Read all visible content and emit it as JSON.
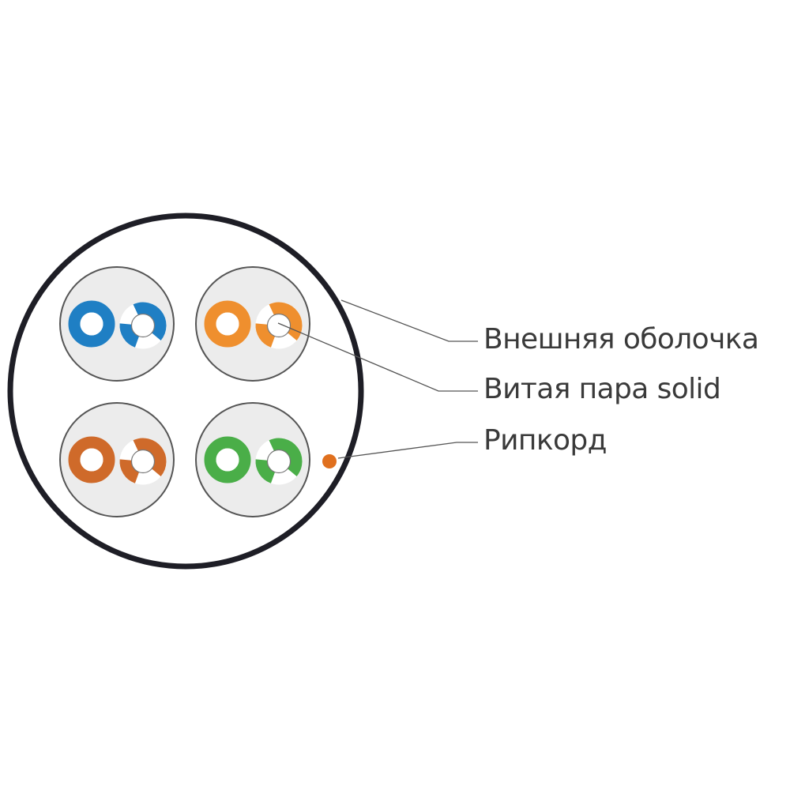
{
  "labels": {
    "jacket": "Внешняя оболочка",
    "twisted_pair": "Витая пара solid",
    "ripcord": "Рипкорд"
  },
  "colors": {
    "jacket_outline": "#1e1e26",
    "pair_shield_fill": "#ececec",
    "pair_shield_stroke": "#555555",
    "leader_line": "#555555",
    "ripcord": "#e0701e",
    "pairs": [
      "#1f7fc4",
      "#ef8f2e",
      "#cf6a2a",
      "#4aae48"
    ]
  },
  "pairs": [
    {
      "color_name": "blue"
    },
    {
      "color_name": "orange"
    },
    {
      "color_name": "brown"
    },
    {
      "color_name": "green"
    }
  ]
}
